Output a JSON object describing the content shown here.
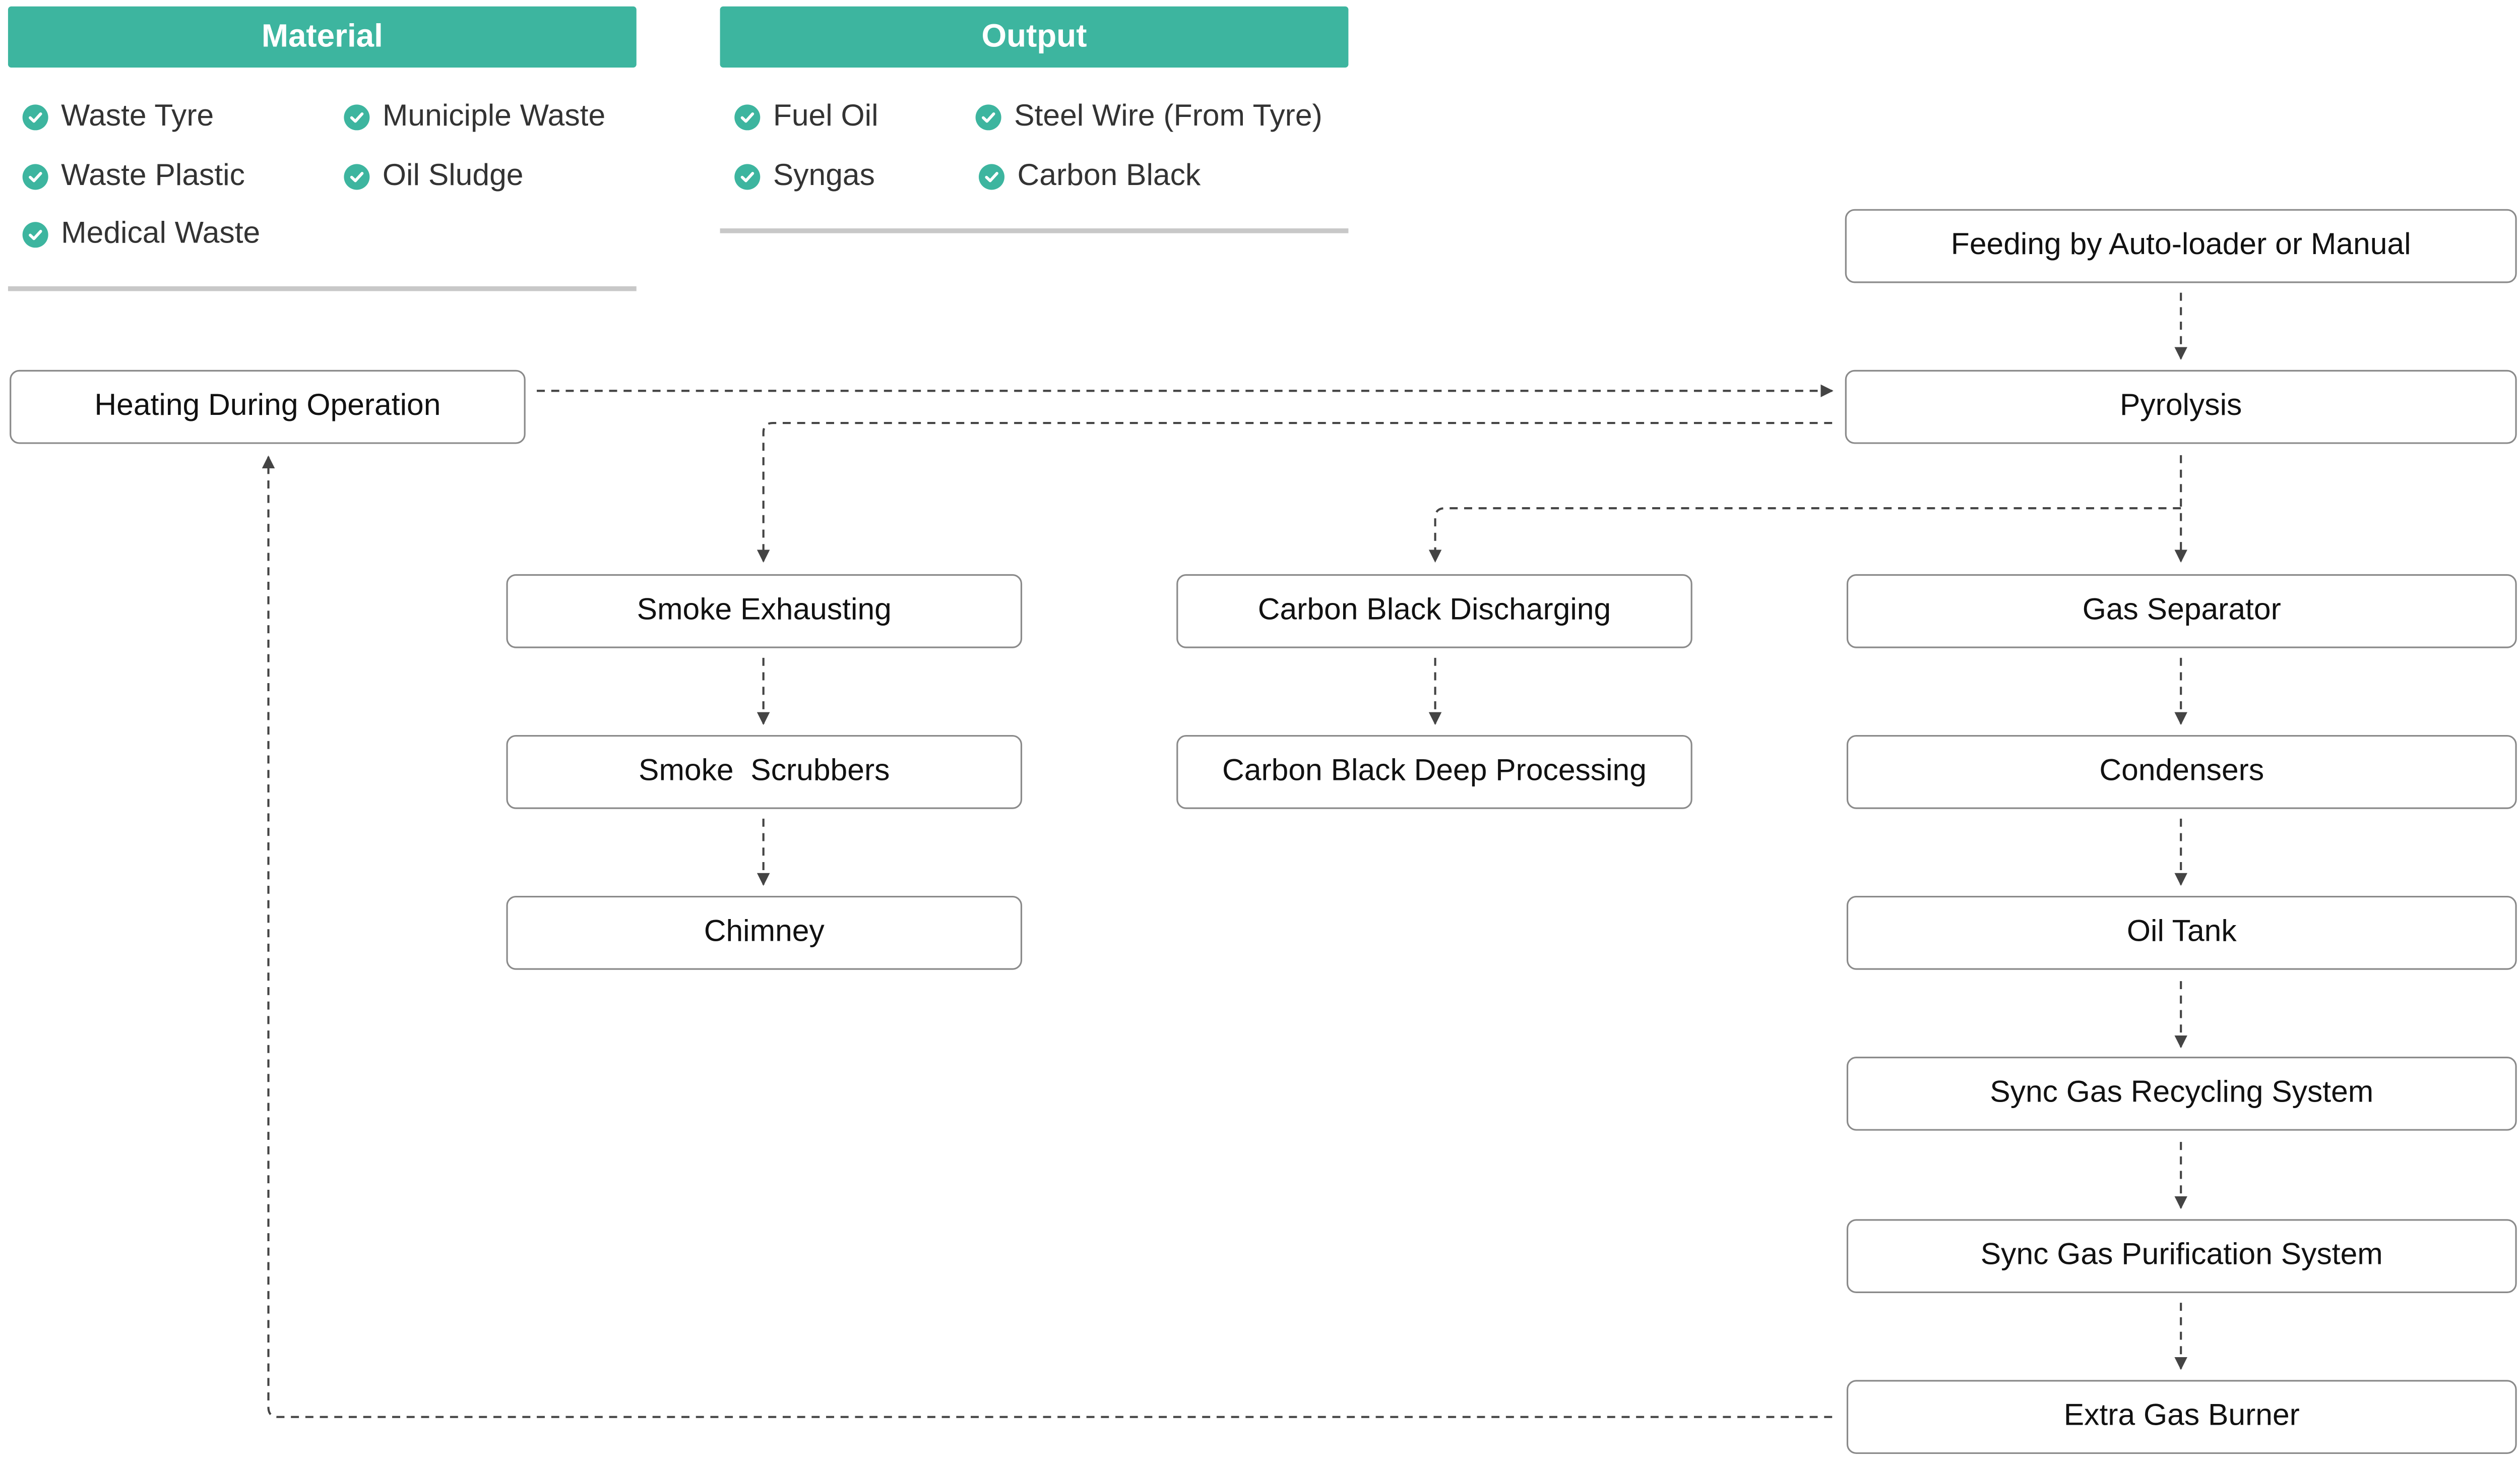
{
  "colors": {
    "accent": "#3db59f",
    "connector": "#444444",
    "box_border": "#8a8a8a",
    "rule": "#c8c8c8"
  },
  "material": {
    "title": "Material",
    "items": [
      {
        "label": "Waste Tyre",
        "icon": "check-circle-icon"
      },
      {
        "label": "Municiple Waste",
        "icon": "check-circle-icon"
      },
      {
        "label": "Waste Plastic",
        "icon": "check-circle-icon"
      },
      {
        "label": "Oil Sludge",
        "icon": "check-circle-icon"
      },
      {
        "label": "Medical Waste",
        "icon": "check-circle-icon"
      }
    ]
  },
  "output": {
    "title": "Output",
    "items": [
      {
        "label": "Fuel Oil",
        "icon": "check-circle-icon"
      },
      {
        "label": "Steel Wire (From Tyre)",
        "icon": "check-circle-icon"
      },
      {
        "label": "Syngas",
        "icon": "check-circle-icon"
      },
      {
        "label": "Carbon Black",
        "icon": "check-circle-icon"
      }
    ]
  },
  "nodes": {
    "feeding": "Feeding by Auto-loader or Manual",
    "heating": "Heating During Operation",
    "pyrolysis": "Pyrolysis",
    "smoke_exhausting": "Smoke Exhausting",
    "smoke_scrubbers": "Smoke  Scrubbers",
    "chimney": "Chimney",
    "cb_discharging": "Carbon Black Discharging",
    "cb_deep": "Carbon Black Deep Processing",
    "gas_separator": "Gas Separator",
    "condensers": "Condensers",
    "oil_tank": "Oil Tank",
    "sync_recycling": "Sync Gas Recycling System",
    "sync_purification": "Sync Gas Purification System",
    "extra_burner": "Extra Gas Burner"
  },
  "edges": [
    [
      "feeding",
      "pyrolysis"
    ],
    [
      "heating",
      "pyrolysis"
    ],
    [
      "pyrolysis",
      "smoke_exhausting"
    ],
    [
      "pyrolysis",
      "cb_discharging"
    ],
    [
      "pyrolysis",
      "gas_separator"
    ],
    [
      "smoke_exhausting",
      "smoke_scrubbers"
    ],
    [
      "smoke_scrubbers",
      "chimney"
    ],
    [
      "cb_discharging",
      "cb_deep"
    ],
    [
      "gas_separator",
      "condensers"
    ],
    [
      "condensers",
      "oil_tank"
    ],
    [
      "oil_tank",
      "sync_recycling"
    ],
    [
      "sync_recycling",
      "sync_purification"
    ],
    [
      "sync_purification",
      "extra_burner"
    ],
    [
      "extra_burner",
      "heating"
    ]
  ]
}
